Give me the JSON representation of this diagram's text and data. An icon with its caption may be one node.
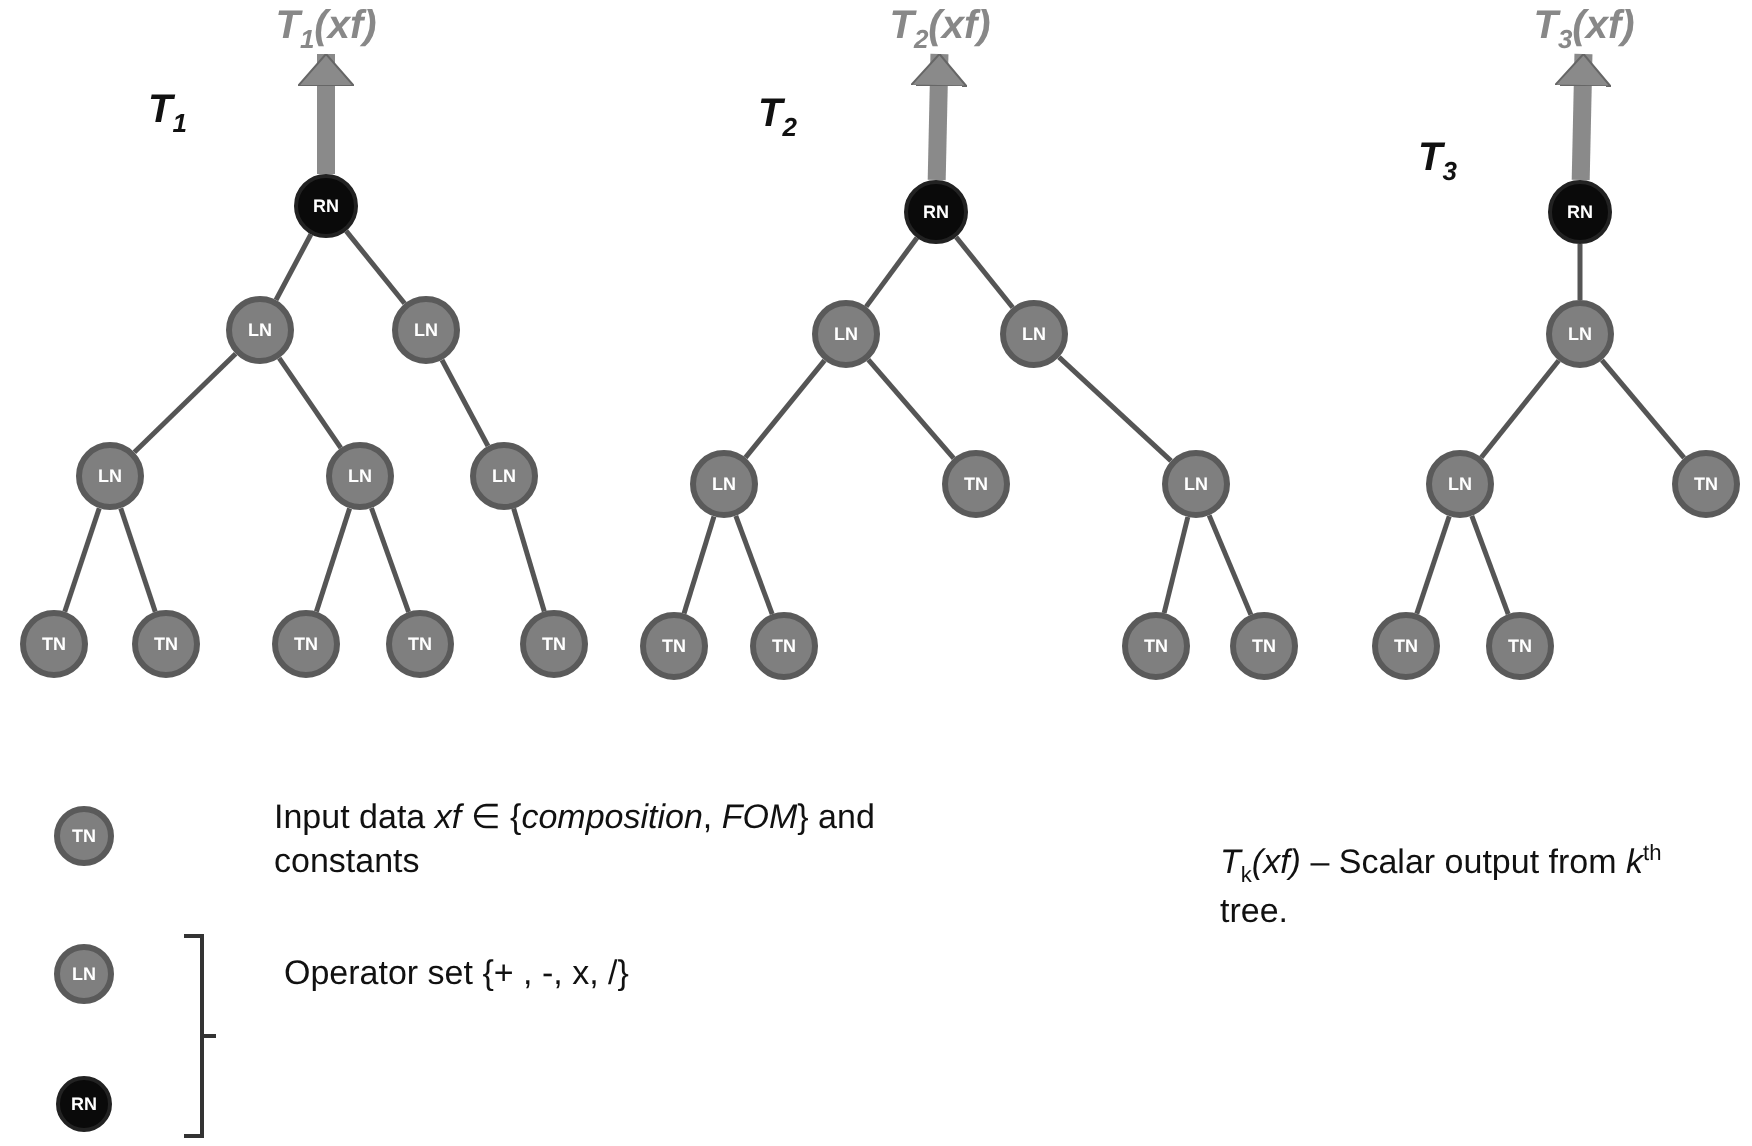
{
  "diagram": {
    "nodes": [
      {
        "text": [
          "T$_{1}$(xf)"
        ]
      },
      {
        "text": [
          "RN"
        ]
      },
      {
        "text": [
          "LN"
        ]
      },
      {
        "text": [
          "LN"
        ]
      },
      {
        "text": [
          "LN"
        ]
      },
      {
        "text": [
          "LN"
        ]
      },
      {
        "text": [
          "LN"
        ]
      },
      {
        "text": [
          "TN"
        ]
      },
      {
        "text": [
          "TN"
        ]
      },
      {
        "text": [
          "TN"
        ]
      },
      {
        "text": [
          "TN"
        ]
      },
      {
        "text": [
          "TN"
        ]
      },
      {
        "text": [
          "T$_{2}$(xf)"
        ]
      },
      {
        "text": [
          "RN"
        ]
      },
      {
        "text": [
          "LN"
        ]
      },
      {
        "text": [
          "LN"
        ]
      },
      {
        "text": [
          "LN"
        ]
      },
      {
        "text": [
          "TN"
        ]
      },
      {
        "text": [
          "LN"
        ]
      },
      {
        "text": [
          "TN"
        ]
      },
      {
        "text": [
          "TN"
        ]
      },
      {
        "text": [
          "TN"
        ]
      },
      {
        "text": [
          "TN"
        ]
      },
      {
        "text": [
          "T$_{3}$(xf)"
        ]
      },
      {
        "text": [
          "RN"
        ]
      },
      {
        "text": [
          "LN"
        ]
      },
      {
        "text": [
          "LN"
        ]
      },
      {
        "text": [
          "TN"
        ]
      },
      {
        "text": [
          "TN"
        ]
      },
      {
        "text": [
          "TN"
        ]
      },
      {
        "text": [
          "TN"
        ]
      },
      {
        "text": [
          "LN"
        ]
      },
      {
        "text": [
          "RN"
        ]
      }
    ],
    "edges": [
      {
        "from": 1,
        "to": 0,
        "arrow": "to",
        "style": "thick",
        "color": "#8a8a8a"
      },
      {
        "from": 1,
        "to": 2,
        "arrow": "none"
      },
      {
        "from": 1,
        "to": 3,
        "arrow": "none"
      },
      {
        "from": 2,
        "to": 4,
        "arrow": "none"
      },
      {
        "from": 2,
        "to": 5,
        "arrow": "none"
      },
      {
        "from": 3,
        "to": 6,
        "arrow": "none"
      },
      {
        "from": 4,
        "to": 7,
        "arrow": "none"
      },
      {
        "from": 4,
        "to": 8,
        "arrow": "none"
      },
      {
        "from": 5,
        "to": 9,
        "arrow": "none"
      },
      {
        "from": 5,
        "to": 10,
        "arrow": "none"
      },
      {
        "from": 6,
        "to": 11,
        "arrow": "none"
      },
      {
        "from": 13,
        "to": 12,
        "arrow": "to",
        "style": "thick",
        "color": "#8a8a8a"
      },
      {
        "from": 13,
        "to": 14,
        "arrow": "none"
      },
      {
        "from": 13,
        "to": 15,
        "arrow": "none"
      },
      {
        "from": 14,
        "to": 16,
        "arrow": "none"
      },
      {
        "from": 14,
        "to": 17,
        "arrow": "none"
      },
      {
        "from": 15,
        "to": 18,
        "arrow": "none"
      },
      {
        "from": 16,
        "to": 19,
        "arrow": "none"
      },
      {
        "from": 16,
        "to": 20,
        "arrow": "none"
      },
      {
        "from": 18,
        "to": 21,
        "arrow": "none"
      },
      {
        "from": 18,
        "to": 22,
        "arrow": "none"
      },
      {
        "from": 24,
        "to": 23,
        "arrow": "to",
        "style": "thick",
        "color": "#8a8a8a"
      },
      {
        "from": 24,
        "to": 25,
        "arrow": "none"
      },
      {
        "from": 25,
        "to": 26,
        "arrow": "none"
      },
      {
        "from": 25,
        "to": 27,
        "arrow": "none"
      },
      {
        "from": 26,
        "to": 28,
        "arrow": "none"
      },
      {
        "from": 26,
        "to": 29,
        "arrow": "none"
      }
    ],
    "labels": [
      "T$_{1}$",
      "T$_{2}$",
      "T$_{3}$",
      "Input data *xf* ∈ {*composition*, *FOM*} and constants",
      "*T*$_{k}$*(xf)* – Scalar output from *k*$^{th}$ tree.",
      "Operator set {+ , -, x, /}"
    ]
  }
}
